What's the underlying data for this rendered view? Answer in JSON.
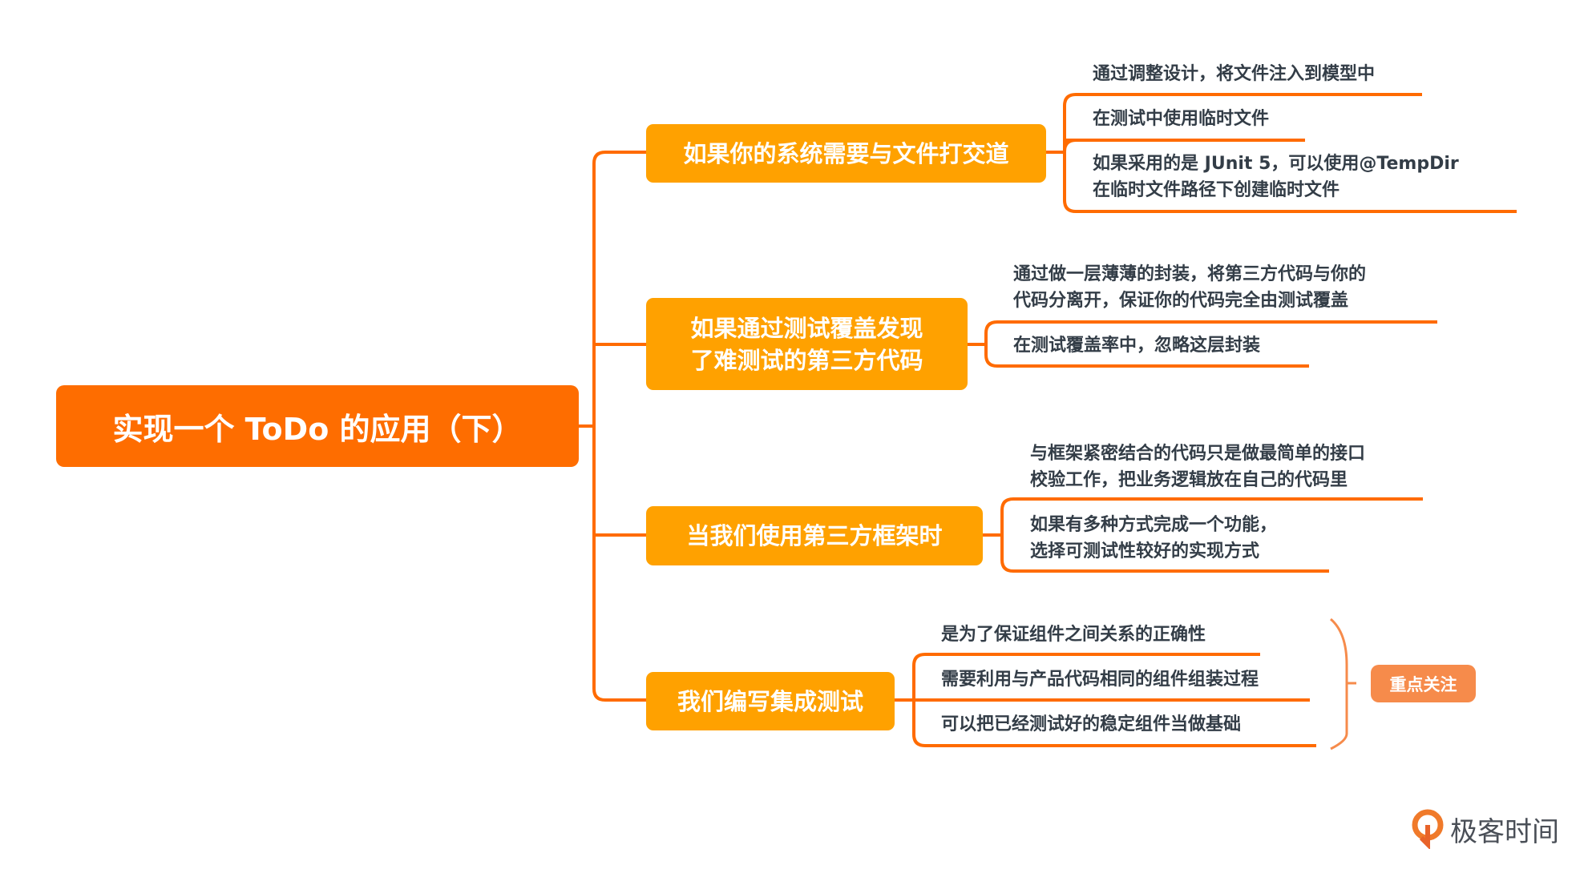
{
  "root": {
    "title": "实现一个 ToDo 的应用（下）"
  },
  "branches": [
    {
      "label": "如果你的系统需要与文件打交道",
      "leaves": [
        "通过调整设计，将文件注入到模型中",
        "在测试中使用临时文件",
        "如果采用的是 JUnit 5，可以使用@TempDir\n在临时文件路径下创建临时文件"
      ]
    },
    {
      "label": "如果通过测试覆盖发现\n了难测试的第三方代码",
      "leaves": [
        "通过做一层薄薄的封装，将第三方代码与你的\n代码分离开，保证你的代码完全由测试覆盖",
        "在测试覆盖率中，忽略这层封装"
      ]
    },
    {
      "label": "当我们使用第三方框架时",
      "leaves": [
        "与框架紧密结合的代码只是做最简单的接口\n校验工作，把业务逻辑放在自己的代码里",
        "如果有多种方式完成一个功能，\n选择可测试性较好的实现方式"
      ]
    },
    {
      "label": "我们编写集成测试",
      "leaves": [
        "是为了保证组件之间关系的正确性",
        "需要利用与产品代码相同的组件组装过程",
        "可以把已经测试好的稳定组件当做基础"
      ]
    }
  ],
  "summary_tag": "重点关注",
  "logo": {
    "text": "极客时间"
  },
  "colors": {
    "root": "#fe6d00",
    "branch": "#ffa100",
    "line": "#ff6b00",
    "tag": "#f68b4b",
    "text": "#333d47"
  }
}
